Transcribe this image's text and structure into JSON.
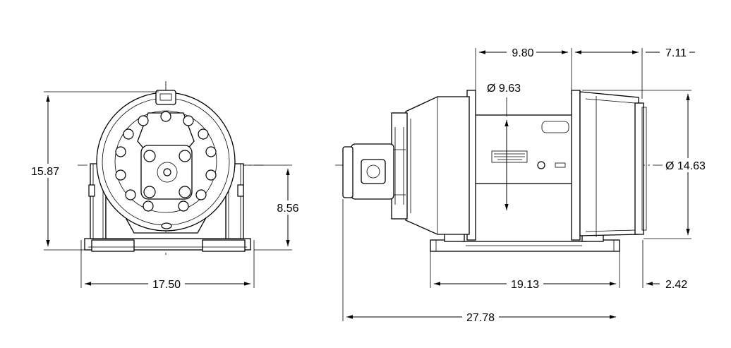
{
  "dimensions": {
    "height_front": "15.87",
    "base_width": "17.50",
    "center_height": "8.56",
    "drum_length": "9.80",
    "brake_length": "7.11",
    "drum_diameter": "Ø 9.63",
    "flange_diameter": "Ø 14.63",
    "base_length": "19.13",
    "overhang": "2.42",
    "overall_length": "27.78"
  },
  "colors": {
    "line": "#000000",
    "background": "#ffffff"
  }
}
